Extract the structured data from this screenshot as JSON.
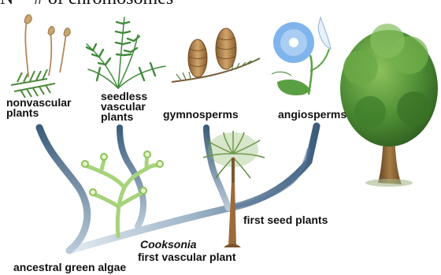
{
  "header_partial_text": "N = # of chromosomes",
  "groups": {
    "nonvascular": "nonvascular\nplants",
    "seedless": "seedless\nvascular\nplants",
    "gymnosperms": "gymnosperms",
    "angiosperms": "angiosperms"
  },
  "annotations": {
    "first_seed_plants": "first seed plants",
    "cooksonia_name": "Cooksonia",
    "cooksonia_desc": "first vascular plant",
    "ancestral": "ancestral green algae"
  },
  "colors": {
    "branch_light": "#d6e2ec",
    "branch_dark": "#3f5f7e",
    "moss_green": "#4d8a3c",
    "fern_green": "#3f8a3a",
    "cone_brown": "#b5864f",
    "flower_blue": "#6fa8e6",
    "tree_green": "#4e8d35",
    "trunk_brown": "#8a6433"
  }
}
